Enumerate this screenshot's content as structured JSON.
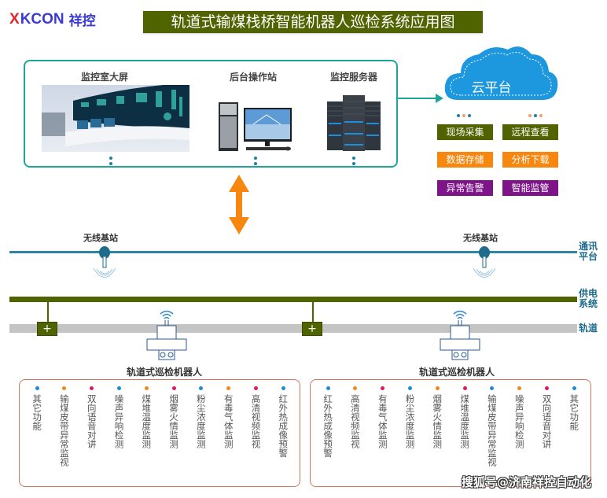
{
  "logo": {
    "mark": "X",
    "brand": "KCON",
    "cn": "祥控"
  },
  "title": "轨道式输煤栈桥智能机器人巡检系统应用图",
  "top_panel": {
    "items": [
      {
        "label": "监控室大屏",
        "image": "control-room-video-wall"
      },
      {
        "label": "后台操作站",
        "image": "desktop-workstation"
      },
      {
        "label": "监控服务器",
        "image": "server-racks"
      }
    ]
  },
  "cloud": {
    "label": "云平台",
    "dot_colors_left": [
      "#1e7fa5",
      "#f0a070",
      "#1e7fa5"
    ],
    "dot_colors_right": [
      "#f0a070",
      "#1e7fa5",
      "#f0a070"
    ]
  },
  "cloud_features": [
    {
      "label": "现场采集",
      "color": "#4f6300"
    },
    {
      "label": "远程查看",
      "color": "#4f6300"
    },
    {
      "label": "数据存储",
      "color": "#f7870f"
    },
    {
      "label": "分析下载",
      "color": "#f7870f"
    },
    {
      "label": "异常告警",
      "color": "#7d1487"
    },
    {
      "label": "智能监管",
      "color": "#7d1487"
    }
  ],
  "arrow_color": "#f7870f",
  "system_lines": {
    "comm": {
      "label_line1": "通讯",
      "label_line2": "平台",
      "color": "#2e86a6"
    },
    "power": {
      "label_line1": "供电",
      "label_line2": "系统",
      "color": "#4f6300"
    },
    "rail": {
      "label": "轨道",
      "color": "#c4c4c4"
    }
  },
  "base_stations": [
    {
      "label": "无线基站"
    },
    {
      "label": "无线基站"
    }
  ],
  "power_taps": [
    {
      "symbol": "+"
    },
    {
      "symbol": "+"
    }
  ],
  "robots": [
    {
      "label": "轨道式巡检机器人"
    },
    {
      "label": "轨道式巡检机器人"
    }
  ],
  "dot_colors": {
    "blue": "#1a8fd6",
    "orange": "#f28a1a",
    "red": "#e5175a"
  },
  "function_groups": [
    {
      "items": [
        {
          "text": "其它功能",
          "dot": "blue"
        },
        {
          "text": "输煤皮带异常监视",
          "dot": "orange"
        },
        {
          "text": "双向语音对讲",
          "dot": "red"
        },
        {
          "text": "噪声异响检测",
          "dot": "blue"
        },
        {
          "text": "煤堆温度监测",
          "dot": "orange"
        },
        {
          "text": "烟雾火情监测",
          "dot": "red"
        },
        {
          "text": "粉尘浓度监测",
          "dot": "blue"
        },
        {
          "text": "有毒气体监测",
          "dot": "orange"
        },
        {
          "text": "高清视频监视",
          "dot": "red"
        },
        {
          "text": "红外热成像预警",
          "dot": "blue"
        }
      ]
    },
    {
      "items": [
        {
          "text": "红外热成像预警",
          "dot": "blue"
        },
        {
          "text": "高清视频监视",
          "dot": "orange"
        },
        {
          "text": "有毒气体监测",
          "dot": "red"
        },
        {
          "text": "粉尘浓度监测",
          "dot": "blue"
        },
        {
          "text": "烟雾火情监测",
          "dot": "orange"
        },
        {
          "text": "煤堆温度监测",
          "dot": "red"
        },
        {
          "text": "输煤皮带异常监视",
          "dot": "blue"
        },
        {
          "text": "噪声异响检测",
          "dot": "orange"
        },
        {
          "text": "双向语音对讲",
          "dot": "red"
        },
        {
          "text": "其它功能",
          "dot": "blue"
        }
      ]
    }
  ],
  "watermark": "搜狐号@济南祥控自动化"
}
